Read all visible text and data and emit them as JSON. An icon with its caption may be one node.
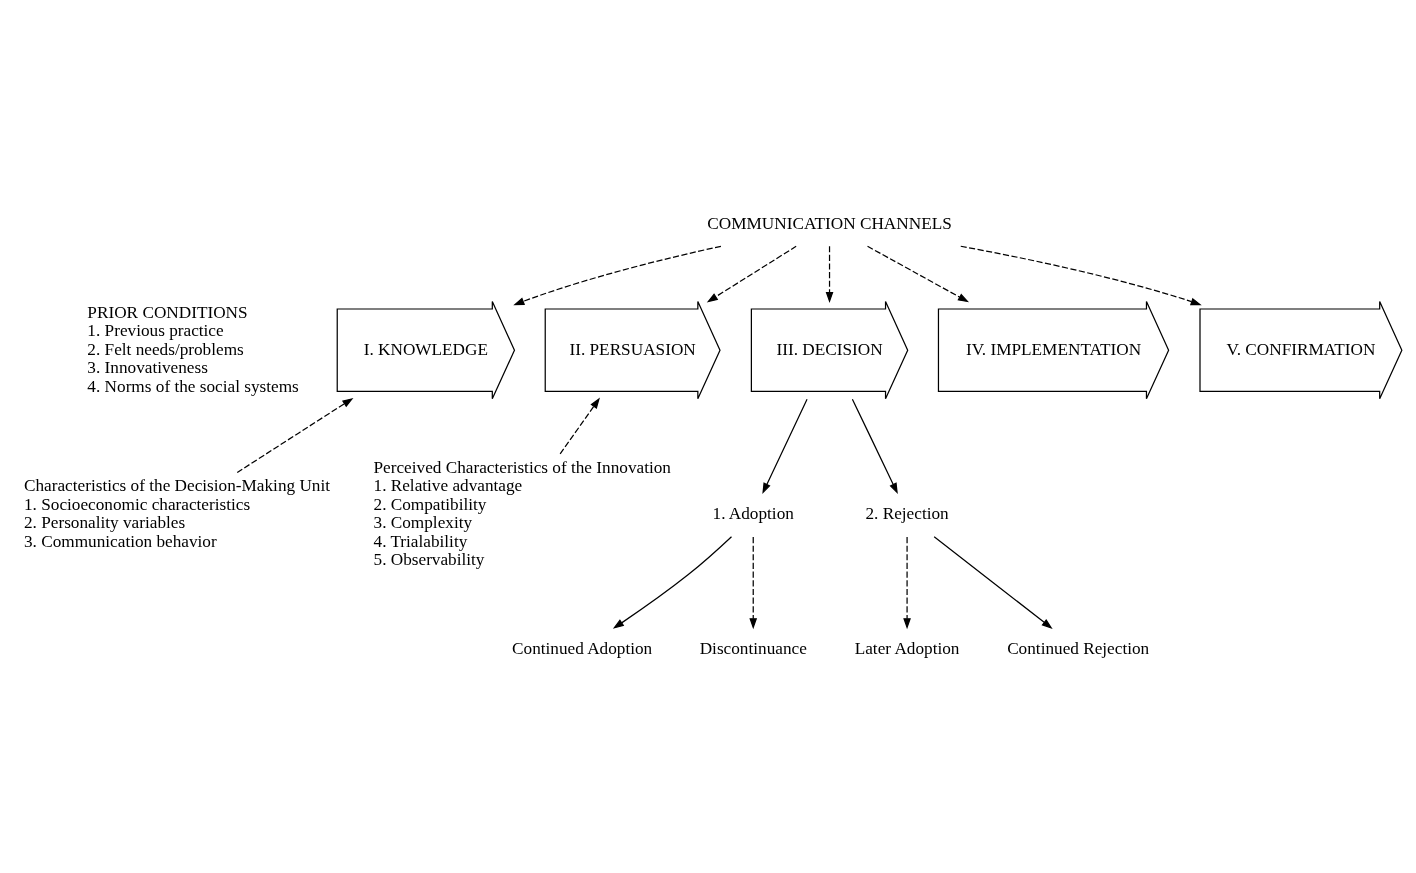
{
  "diagram": {
    "nodes": [
      {
        "text": [
          "COMMUNICATION CHANNELS"
        ]
      },
      {
        "text": [
          "I. KNOWLEDGE"
        ]
      },
      {
        "text": [
          "II. PERSUASION"
        ]
      },
      {
        "text": [
          "III. DECISION"
        ]
      },
      {
        "text": [
          "IV. IMPLEMENTATION"
        ]
      },
      {
        "text": [
          "V. CONFIRMATION"
        ]
      },
      {
        "text": [
          "Characteristics of the Decision-Making Unit",
          "1. Socioeconomic characteristics",
          "2. Personality variables",
          "3. Communication behavior"
        ]
      },
      {
        "text": [
          "Perceived Characteristics of the Innovation",
          "1. Relative advantage",
          "2. Compatibility",
          "3. Complexity",
          "4. Trialability",
          "5. Observability"
        ]
      },
      {
        "text": [
          "1. Adoption"
        ]
      },
      {
        "text": [
          "2. Rejection"
        ]
      },
      {
        "text": [
          "Continued Adoption"
        ]
      },
      {
        "text": [
          "Later Adoption"
        ]
      },
      {
        "text": [
          "Discontinuance"
        ]
      },
      {
        "text": [
          "Continued Rejection"
        ]
      }
    ],
    "edges": [
      {
        "from": 0,
        "to": 1,
        "arrow": "to",
        "style": "dashed"
      },
      {
        "from": 0,
        "to": 2,
        "arrow": "to",
        "style": "dashed"
      },
      {
        "from": 0,
        "to": 3,
        "arrow": "to",
        "style": "dashed"
      },
      {
        "from": 0,
        "to": 4,
        "arrow": "to",
        "style": "dashed"
      },
      {
        "from": 0,
        "to": 5,
        "arrow": "to",
        "style": "dashed"
      },
      {
        "from": 6,
        "to": 1,
        "arrow": "to",
        "style": "dashed"
      },
      {
        "from": 7,
        "to": 2,
        "arrow": "to",
        "style": "dashed"
      },
      {
        "from": 3,
        "to": 8,
        "arrow": "to"
      },
      {
        "from": 3,
        "to": 9,
        "arrow": "to"
      },
      {
        "from": 8,
        "to": 10,
        "arrow": "to"
      },
      {
        "from": 8,
        "to": 12,
        "arrow": "to",
        "style": "dashed"
      },
      {
        "from": 9,
        "to": 11,
        "arrow": "to",
        "style": "dashed"
      },
      {
        "from": 9,
        "to": 13,
        "arrow": "to"
      }
    ],
    "labels": [
      "PRIOR CONDITIONS",
      "1. Previous practice",
      "2. Felt needs/problems",
      "3. Innovativeness",
      "4. Norms of the social systems"
    ]
  }
}
